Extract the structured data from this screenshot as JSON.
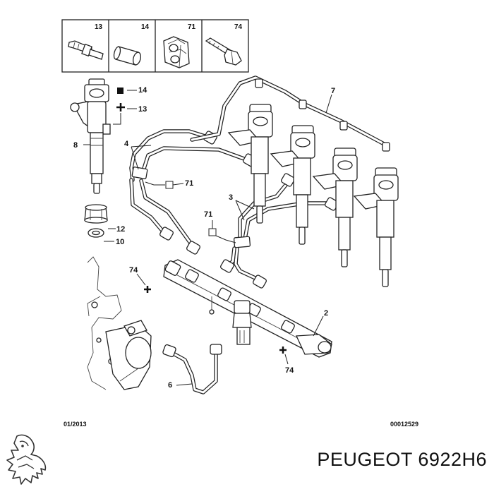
{
  "header_boxes": [
    {
      "number": "13",
      "icon": "stud-bolt-icon"
    },
    {
      "number": "14",
      "icon": "sleeve-icon"
    },
    {
      "number": "71",
      "icon": "bracket-clip-icon"
    },
    {
      "number": "74",
      "icon": "bolt-icon"
    }
  ],
  "callouts": {
    "c14": "14",
    "c13": "13",
    "c8": "8",
    "c12": "12",
    "c10": "10",
    "c4": "4",
    "c71a": "71",
    "c71b": "71",
    "c3": "3",
    "c7": "7",
    "c74a": "74",
    "c2": "2",
    "c74b": "74",
    "c6": "6"
  },
  "footer": {
    "date": "01/2013",
    "code": "00012529"
  },
  "caption": "PEUGEOT 6922H6",
  "brand_logo": "peugeot-lion-logo",
  "colors": {
    "line": "#222222",
    "background": "#ffffff"
  }
}
